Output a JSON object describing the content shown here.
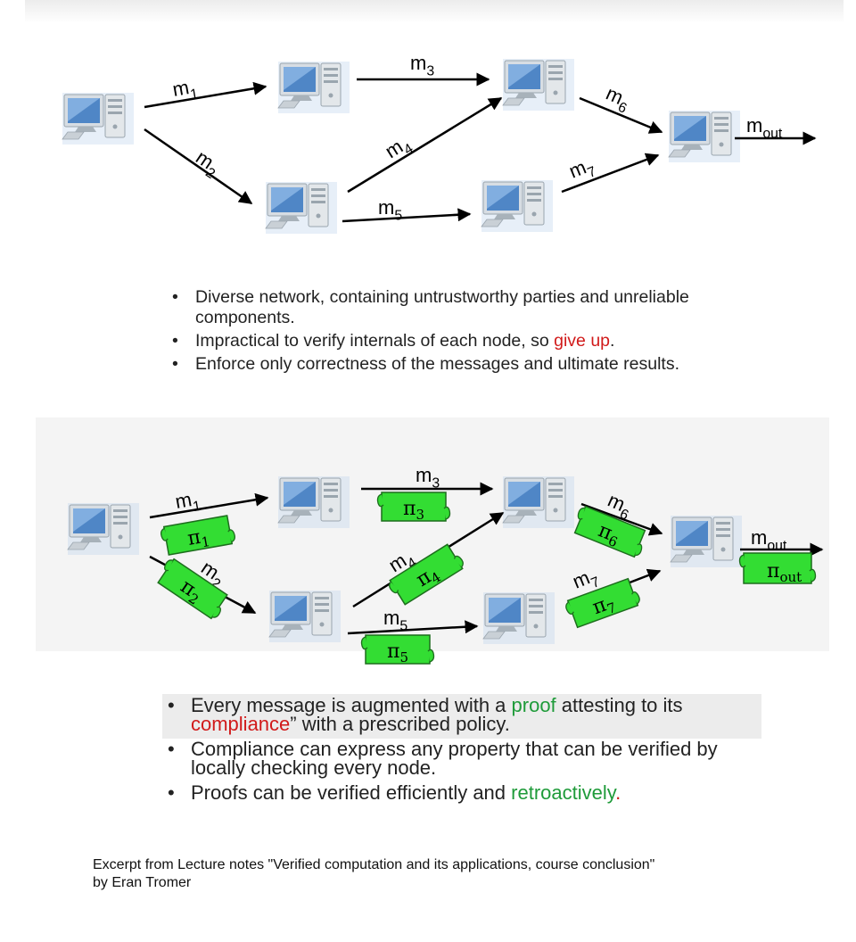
{
  "diagram_top": {
    "messages": [
      {
        "id": "m1",
        "base": "m",
        "sub": "1"
      },
      {
        "id": "m2",
        "base": "m",
        "sub": "2"
      },
      {
        "id": "m3",
        "base": "m",
        "sub": "3"
      },
      {
        "id": "m4",
        "base": "m",
        "sub": "4"
      },
      {
        "id": "m5",
        "base": "m",
        "sub": "5"
      },
      {
        "id": "m6",
        "base": "m",
        "sub": "6"
      },
      {
        "id": "m7",
        "base": "m",
        "sub": "7"
      },
      {
        "id": "mout",
        "base": "m",
        "sub": "out"
      }
    ]
  },
  "diagram_bottom": {
    "proofs": [
      {
        "id": "p1",
        "base": "π",
        "sub": "1"
      },
      {
        "id": "p2",
        "base": "π",
        "sub": "2"
      },
      {
        "id": "p3",
        "base": "π",
        "sub": "3"
      },
      {
        "id": "p4",
        "base": "π",
        "sub": "4"
      },
      {
        "id": "p5",
        "base": "π",
        "sub": "5"
      },
      {
        "id": "p6",
        "base": "π",
        "sub": "6"
      },
      {
        "id": "p7",
        "base": "π",
        "sub": "7"
      },
      {
        "id": "pout",
        "base": "π",
        "sub": "out"
      }
    ],
    "proof_color": "#33dd33"
  },
  "bullets_top": {
    "b1": "Diverse network, containing untrustworthy parties and unreliable components.",
    "b2_text": "Impractical to verify internals of each node, so ",
    "b2_highlight": "give up",
    "b2_end": ".",
    "b3": "Enforce only correctness of the messages and ultimate results."
  },
  "bullets_bottom": {
    "b1_pre": "Every message is augmented with a ",
    "b1_proof": "proof",
    "b1_mid": " attesting to its ",
    "b1_compliance": "compliance",
    "b1_post": "” with a prescribed policy.",
    "b2": "Compliance can express any property that can be verified by locally checking every node.",
    "b3_pre": "Proofs can be verified efficiently and ",
    "b3_green": "retroactively",
    "b3_red": "."
  },
  "caption": {
    "line1": "Excerpt from Lecture notes \"Verified computation and its applications, course conclusion\"",
    "line2": "by Eran Tromer"
  },
  "colors": {
    "red": "#d11a1a",
    "green": "#1f9b3a",
    "proof_fill": "#33dd33"
  }
}
